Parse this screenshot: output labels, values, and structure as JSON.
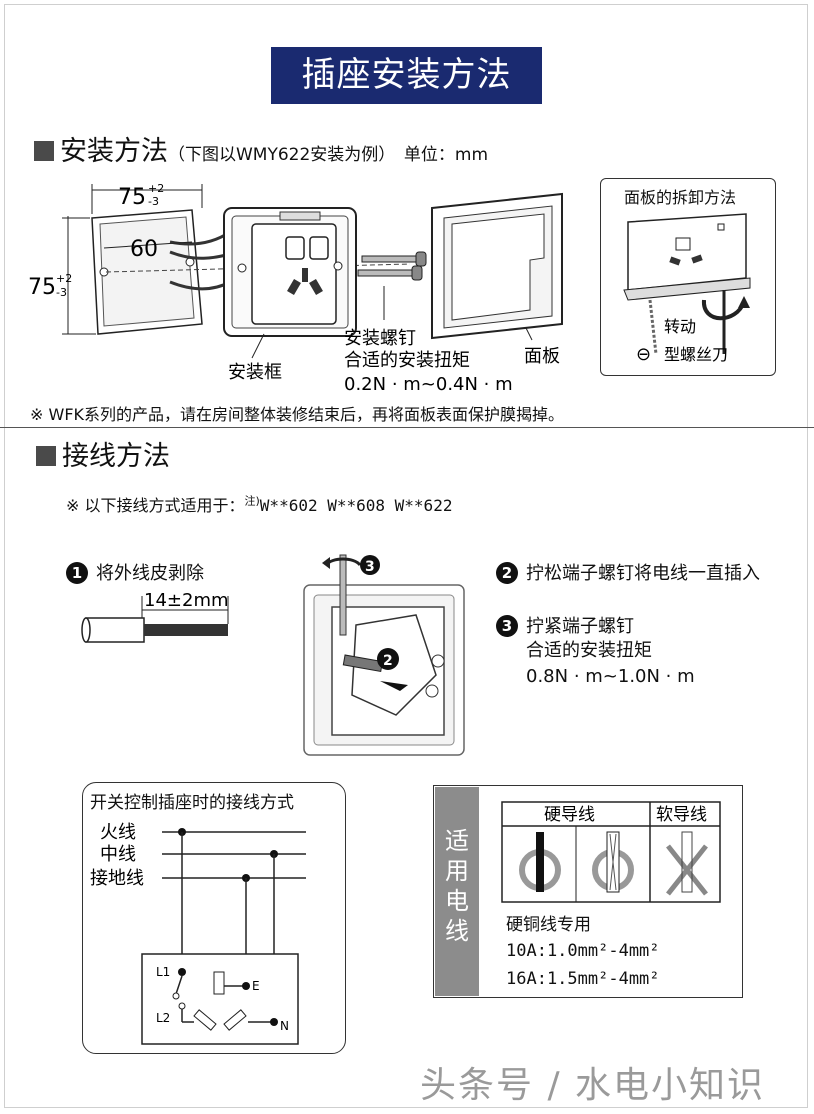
{
  "title": "插座安装方法",
  "install": {
    "heading": "安装方法",
    "heading_note": "（下图以WMY622安装为例）",
    "unit": "单位：mm",
    "dim_width": "75",
    "dim_width_tol_plus": "+2",
    "dim_width_tol_minus": "-3",
    "dim_height": "75",
    "dim_height_tol_plus": "+2",
    "dim_height_tol_minus": "-3",
    "dim_screw": "60",
    "label_frame": "安装框",
    "label_screw": "安装螺钉",
    "label_torque": "合适的安装扭矩",
    "torque_value": "0.2N · m~0.4N · m",
    "label_panel": "面板",
    "removal_title": "面板的拆卸方法",
    "removal_turn": "转动",
    "removal_tool": "型螺丝刀",
    "removal_minus_symbol": "⊖",
    "wfk_note": "※ WFK系列的产品，请在房间整体装修结束后，再将面板表面保护膜揭掉。"
  },
  "wiring": {
    "heading": "接线方法",
    "applies_note": "※ 以下接线方式适用于：",
    "applies_sup": "注)",
    "applies_models": "W**602 W**608 W**622",
    "step1_num": "1",
    "step1_text": "将外线皮剥除",
    "strip_length": "14±2mm",
    "step2_num": "2",
    "step2_text": "拧松端子螺钉将电线一直插入",
    "step3_num": "3",
    "step3_text": "拧紧端子螺钉",
    "step3_torque_label": "合适的安装扭矩",
    "step3_torque_value": "0.8N · m~1.0N · m",
    "switch_title": "开关控制插座时的接线方式",
    "line_live": "火线",
    "line_neutral": "中线",
    "line_ground": "接地线",
    "term_l1": "L1",
    "term_l2": "L2",
    "term_e": "E",
    "term_n": "N",
    "wire_side_label": "适用电线",
    "wire_hard": "硬导线",
    "wire_soft": "软导线",
    "copper_only": "硬铜线专用",
    "spec_10a": "10A:1.0mm²-4mm²",
    "spec_16a": "16A:1.5mm²-4mm²"
  },
  "watermark": "头条号 / 水电小知识"
}
